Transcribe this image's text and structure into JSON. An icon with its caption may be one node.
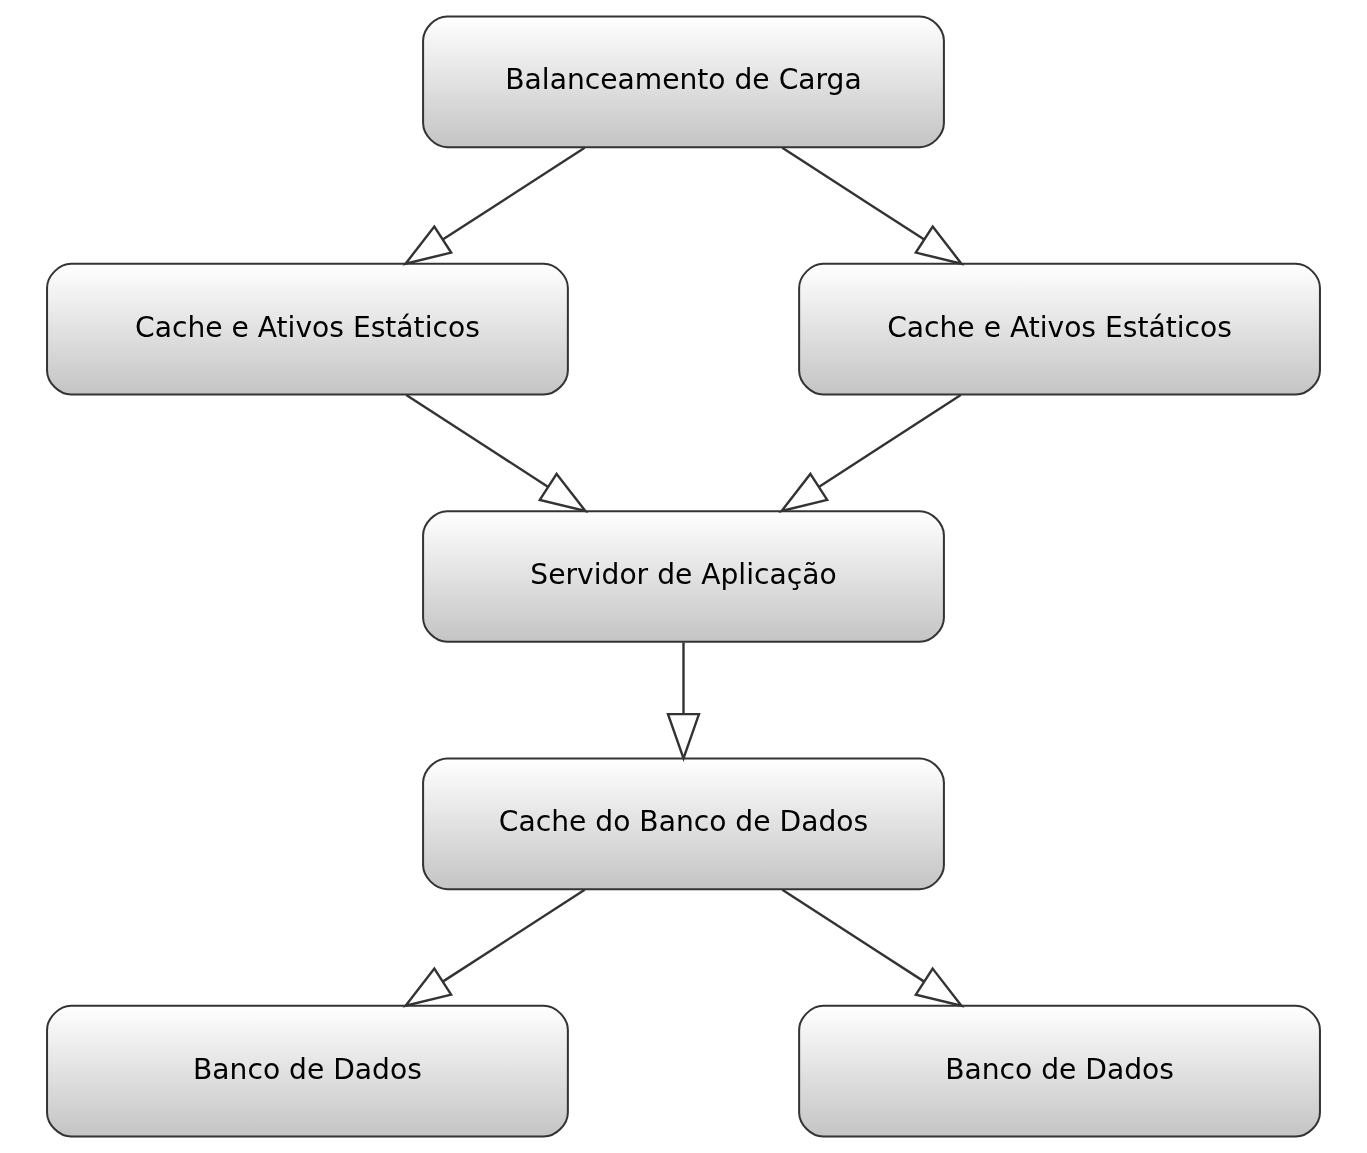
{
  "diagram": {
    "nodes": [
      {
        "text": [
          "Balanceamento de Carga"
        ]
      },
      {
        "text": [
          "Cache e Ativos Estáticos"
        ]
      },
      {
        "text": [
          "Cache e Ativos Estáticos"
        ]
      },
      {
        "text": [
          "Servidor de Aplicação"
        ]
      },
      {
        "text": [
          "Cache do Banco de Dados"
        ]
      },
      {
        "text": [
          "Banco de Dados"
        ]
      },
      {
        "text": [
          "Banco de Dados"
        ]
      }
    ],
    "edges": [
      {
        "from": 0,
        "to": 1,
        "arrow": "to"
      },
      {
        "from": 0,
        "to": 2,
        "arrow": "to"
      },
      {
        "from": 1,
        "to": 3,
        "arrow": "to"
      },
      {
        "from": 2,
        "to": 3,
        "arrow": "to"
      },
      {
        "from": 3,
        "to": 4,
        "arrow": "to"
      },
      {
        "from": 4,
        "to": 5,
        "arrow": "to"
      },
      {
        "from": 4,
        "to": 6,
        "arrow": "to"
      }
    ]
  }
}
